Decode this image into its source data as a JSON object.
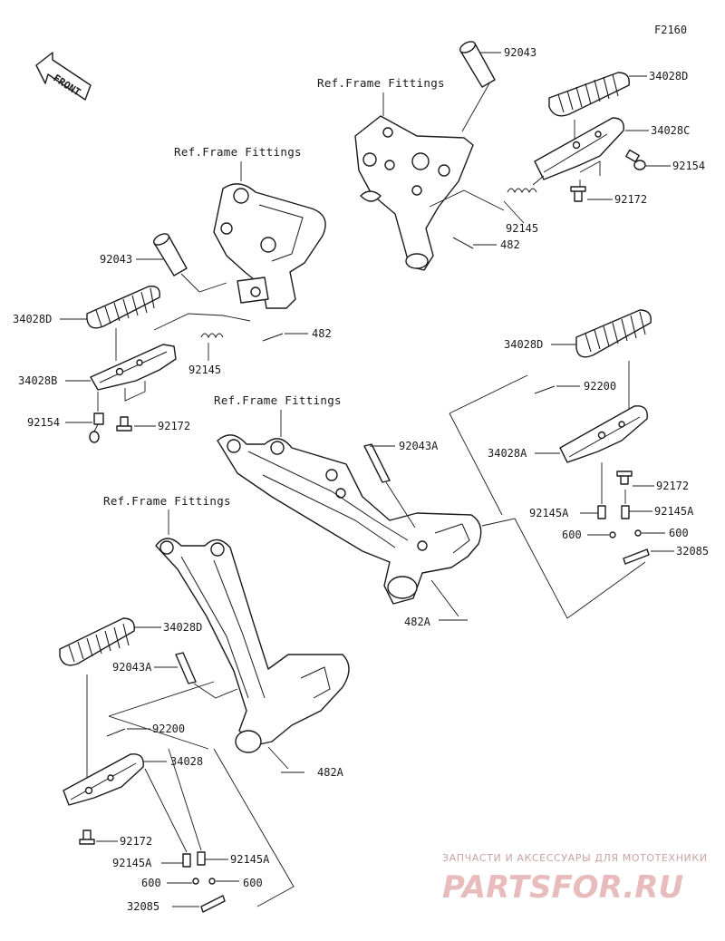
{
  "diagram_code": "F2160",
  "front_label": "FRONT",
  "refs": {
    "top_right": "Ref.Frame Fittings",
    "top_left": "Ref.Frame Fittings",
    "middle": "Ref.Frame Fittings",
    "bottom_left": "Ref.Frame Fittings"
  },
  "labels": {
    "tr_92043": "92043",
    "tr_34028D": "34028D",
    "tr_34028C": "34028C",
    "tr_92154": "92154",
    "tr_92172": "92172",
    "tr_92145": "92145",
    "tr_482": "482",
    "tl_92043": "92043",
    "tl_34028D": "34028D",
    "tl_482": "482",
    "tl_92145": "92145",
    "tl_34028B": "34028B",
    "tl_92154": "92154",
    "tl_92172": "92172",
    "m_92043A": "92043A",
    "m_482A": "482A",
    "mr_34028D": "34028D",
    "mr_92200": "92200",
    "mr_34028A": "34028A",
    "mr_92172": "92172",
    "mr_92145A_l": "92145A",
    "mr_92145A_r": "92145A",
    "mr_600_l": "600",
    "mr_600_r": "600",
    "mr_32085": "32085",
    "bl_34028D": "34028D",
    "bl_92043A": "92043A",
    "bl_92200": "92200",
    "bl_34028": "34028",
    "bl_482A": "482A",
    "bl_92172": "92172",
    "bl_92145A_l": "92145A",
    "bl_92145A_r": "92145A",
    "bl_600_l": "600",
    "bl_600_r": "600",
    "bl_32085": "32085"
  },
  "watermark": {
    "line1": "ЗАПЧАСТИ И АКСЕССУАРЫ ДЛЯ МОТОТЕХНИКИ",
    "line2": "PARTSFOR.RU"
  }
}
